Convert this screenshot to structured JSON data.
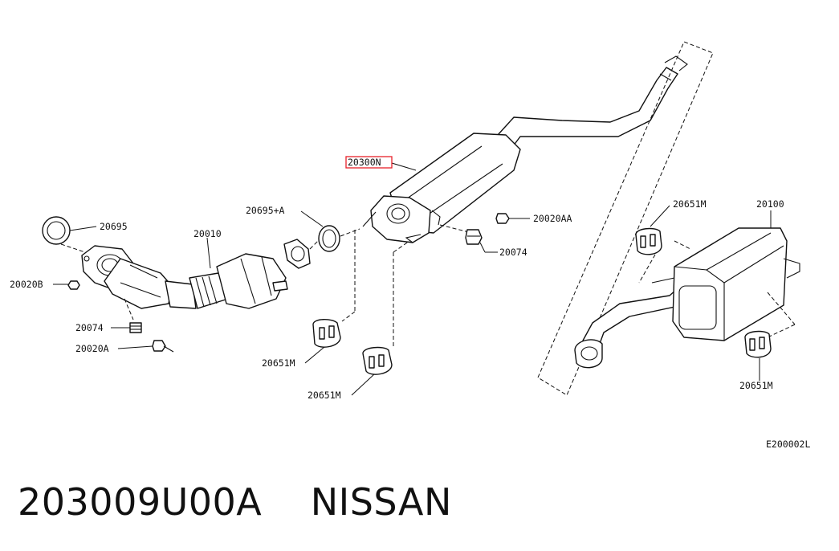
{
  "callouts": {
    "gasket_front": "20695",
    "nut_left": "20020B",
    "stud_left": "20074",
    "bolt_left": "20020A",
    "front_tube": "20010",
    "gasket_mid": "20695+A",
    "center_muffler": "20300N",
    "bolt_right": "20020AA",
    "stud_right": "20074",
    "mount_upper": "20651M",
    "mount_lower": "20651M",
    "main_muffler": "20100",
    "mount_rear_upper": "20651M",
    "mount_rear_lower": "20651M"
  },
  "diagram_code": "E200002L",
  "caption": "203009U00A    NISSAN",
  "highlight_color": "#e8202a"
}
